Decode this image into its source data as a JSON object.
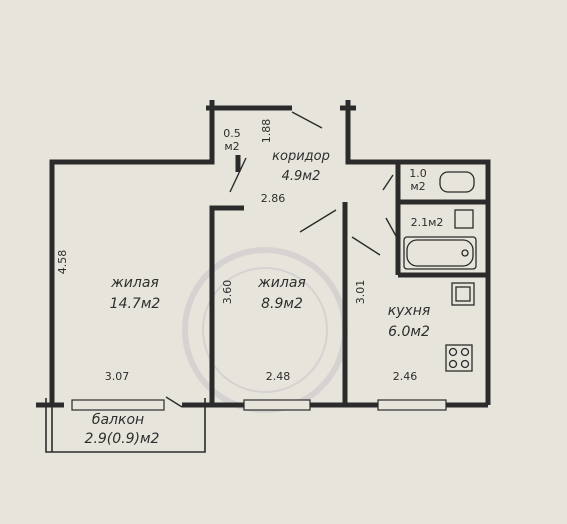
{
  "rooms": {
    "living1": {
      "name": "жилая",
      "area": "14.7м2",
      "width": "3.07",
      "height": "4.58"
    },
    "living2": {
      "name": "жилая",
      "area": "8.9м2",
      "width": "2.48",
      "height": "3.60"
    },
    "corridor": {
      "name": "коридор",
      "area": "4.9м2",
      "width": "2.86"
    },
    "kitchen": {
      "name": "кухня",
      "area": "6.0м2",
      "width": "2.46",
      "height": "3.01"
    },
    "closet": {
      "area_value": "0.5",
      "area_unit": "м2",
      "depth": "1.88"
    },
    "wc": {
      "area_value": "1.0",
      "area_unit": "м2"
    },
    "bath": {
      "area": "2.1м2"
    },
    "balcony": {
      "name": "балкон",
      "area": "2.9(0.9)м2"
    }
  }
}
